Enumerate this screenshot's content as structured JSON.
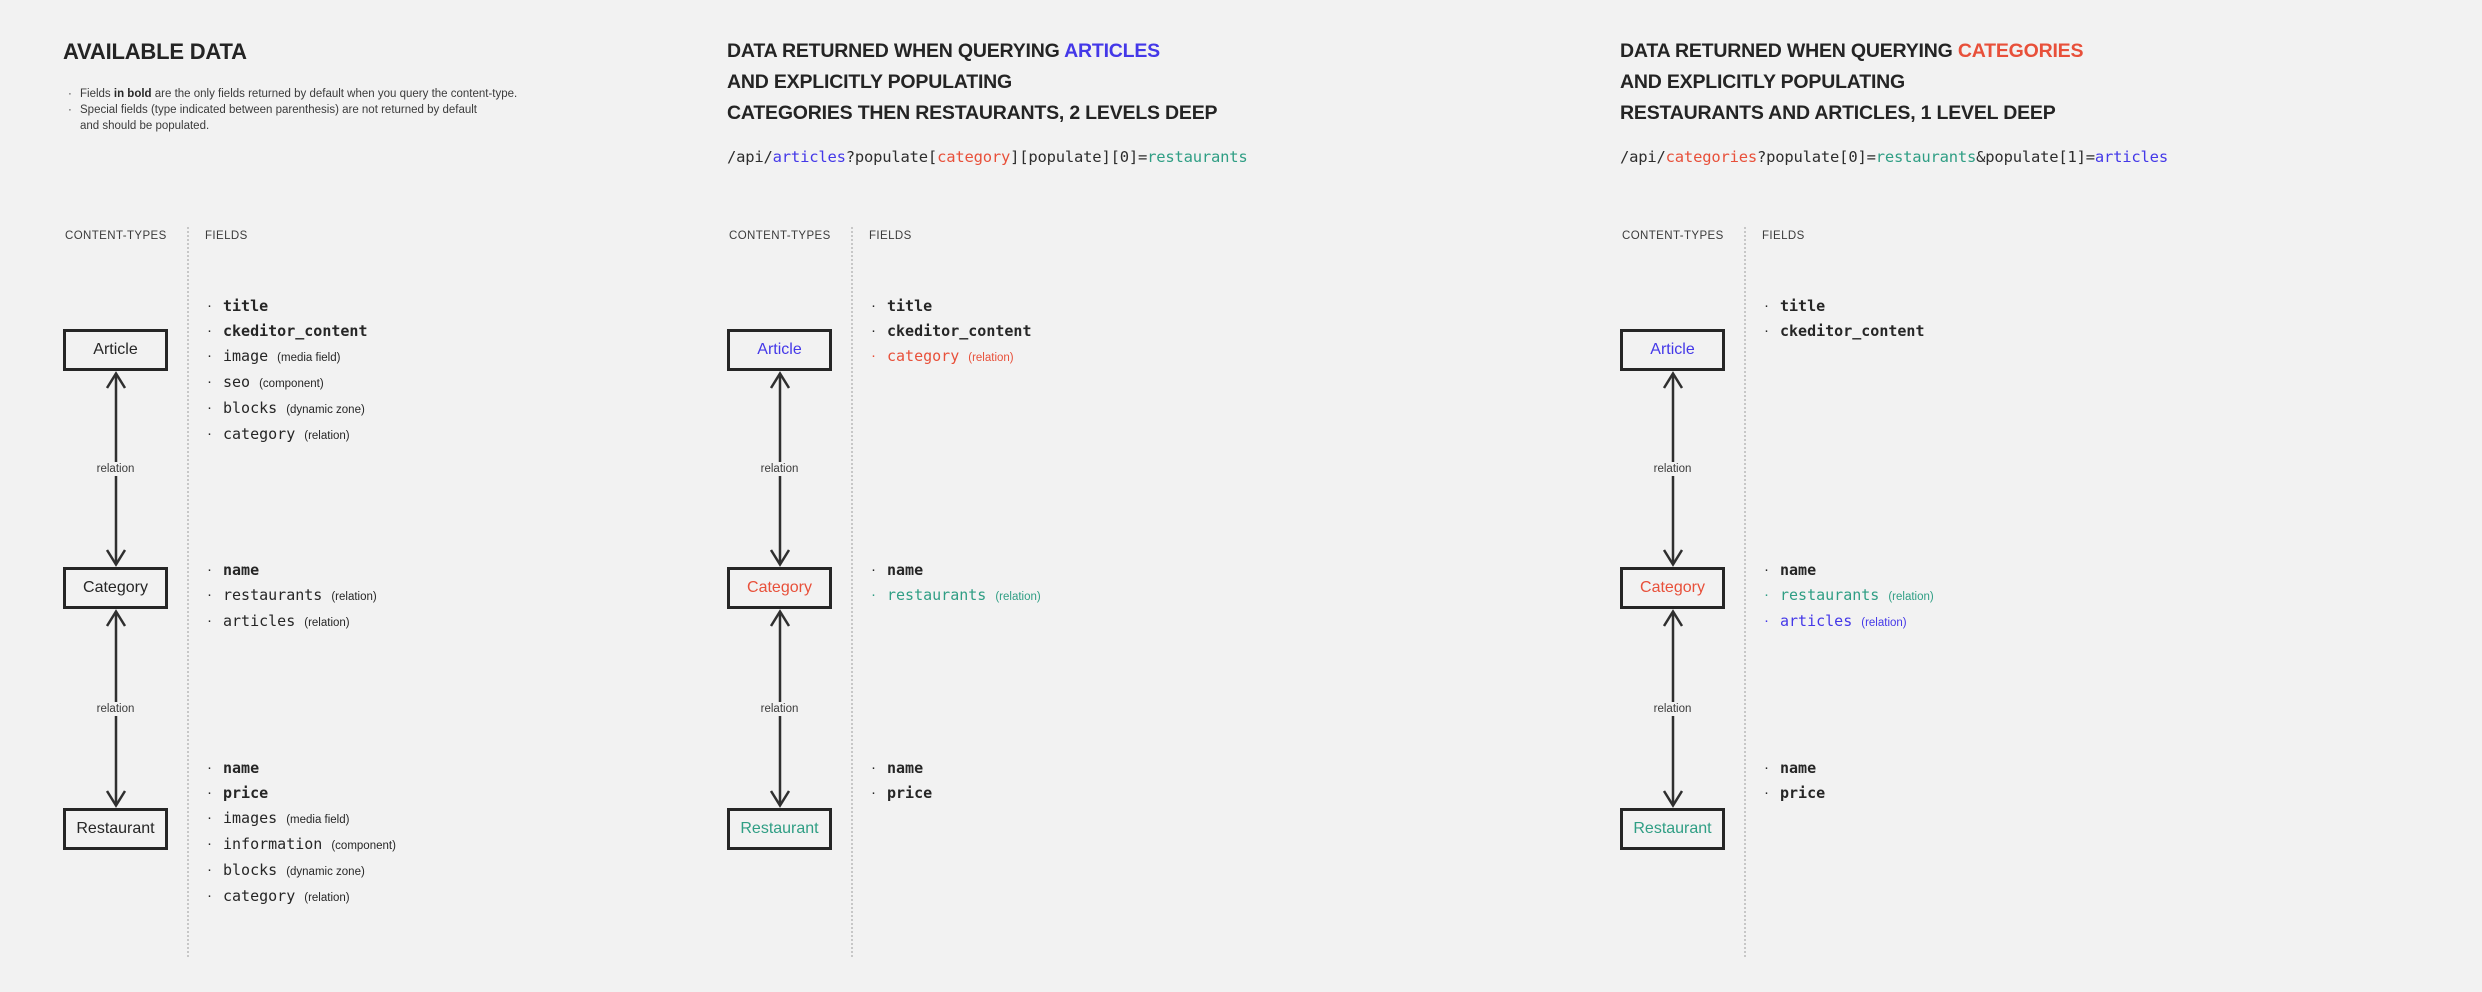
{
  "canvas": {
    "bg": "#f2f2f2"
  },
  "palette": {
    "blue": "#4438e8",
    "red": "#e8503a",
    "teal": "#2f9e84",
    "dark": "#262626"
  },
  "glyphs": {
    "bullet": "·"
  },
  "columns": [
    {
      "key": "available-data",
      "heading": {
        "lines": [
          [
            {
              "text": "AVAILABLE DATA"
            }
          ]
        ]
      },
      "notes": [
        [
          {
            "text": "Fields "
          },
          {
            "text": "in bold",
            "bold": true
          },
          {
            "text": " are the only fields returned by default when you query the content-type."
          }
        ],
        [
          {
            "text": "Special fields (type indicated between parenthesis) are not returned by default\nand should be populated."
          }
        ]
      ],
      "code": [],
      "content_types_label": "CONTENT-TYPES",
      "fields_label": "FIELDS",
      "connector_labels": [
        "relation",
        "relation"
      ],
      "nodes": [
        {
          "name": "Article",
          "color": "dark",
          "fields": [
            {
              "name": "title",
              "bold": true,
              "color": "dark"
            },
            {
              "name": "ckeditor_content",
              "bold": true,
              "color": "dark"
            },
            {
              "name": "image",
              "type": "(media field)",
              "color": "dark"
            },
            {
              "name": "seo",
              "type": "(component)",
              "color": "dark"
            },
            {
              "name": "blocks",
              "type": "(dynamic zone)",
              "color": "dark"
            },
            {
              "name": "category",
              "type": "(relation)",
              "color": "dark"
            }
          ]
        },
        {
          "name": "Category",
          "color": "dark",
          "fields": [
            {
              "name": "name",
              "bold": true,
              "color": "dark"
            },
            {
              "name": "restaurants",
              "type": "(relation)",
              "color": "dark"
            },
            {
              "name": "articles",
              "type": "(relation)",
              "color": "dark"
            }
          ]
        },
        {
          "name": "Restaurant",
          "color": "dark",
          "fields": [
            {
              "name": "name",
              "bold": true,
              "color": "dark"
            },
            {
              "name": "price",
              "bold": true,
              "color": "dark"
            },
            {
              "name": "images",
              "type": "(media field)",
              "color": "dark"
            },
            {
              "name": "information",
              "type": "(component)",
              "color": "dark"
            },
            {
              "name": "blocks",
              "type": "(dynamic zone)",
              "color": "dark"
            },
            {
              "name": "category",
              "type": "(relation)",
              "color": "dark"
            }
          ]
        }
      ]
    },
    {
      "key": "query-articles",
      "heading": {
        "lines": [
          [
            {
              "text": "DATA RETURNED WHEN QUERYING "
            },
            {
              "text": "ARTICLES",
              "color": "blue"
            }
          ],
          [
            {
              "text": "AND EXPLICITLY POPULATING"
            }
          ],
          [
            {
              "text": "CATEGORIES THEN RESTAURANTS, 2 LEVELS DEEP"
            }
          ]
        ]
      },
      "notes": [],
      "code": [
        {
          "text": "/api/"
        },
        {
          "text": "articles",
          "color": "blue"
        },
        {
          "text": "?populate["
        },
        {
          "text": "category",
          "color": "red"
        },
        {
          "text": "][populate][0]="
        },
        {
          "text": "restaurants",
          "color": "teal"
        }
      ],
      "content_types_label": "CONTENT-TYPES",
      "fields_label": "FIELDS",
      "connector_labels": [
        "relation",
        "relation"
      ],
      "nodes": [
        {
          "name": "Article",
          "color": "blue",
          "fields": [
            {
              "name": "title",
              "bold": true,
              "color": "dark"
            },
            {
              "name": "ckeditor_content",
              "bold": true,
              "color": "dark"
            },
            {
              "name": "category",
              "type": "(relation)",
              "color": "red"
            }
          ]
        },
        {
          "name": "Category",
          "color": "red",
          "fields": [
            {
              "name": "name",
              "bold": true,
              "color": "dark"
            },
            {
              "name": "restaurants",
              "type": "(relation)",
              "color": "teal"
            }
          ]
        },
        {
          "name": "Restaurant",
          "color": "teal",
          "fields": [
            {
              "name": "name",
              "bold": true,
              "color": "dark"
            },
            {
              "name": "price",
              "bold": true,
              "color": "dark"
            }
          ]
        }
      ]
    },
    {
      "key": "query-categories",
      "heading": {
        "lines": [
          [
            {
              "text": "DATA RETURNED WHEN QUERYING "
            },
            {
              "text": "CATEGORIES",
              "color": "red"
            }
          ],
          [
            {
              "text": "AND EXPLICITLY POPULATING"
            }
          ],
          [
            {
              "text": "RESTAURANTS AND ARTICLES, 1 LEVEL DEEP"
            }
          ]
        ]
      },
      "notes": [],
      "code": [
        {
          "text": "/api/"
        },
        {
          "text": "categories",
          "color": "red"
        },
        {
          "text": "?populate[0]="
        },
        {
          "text": "restaurants",
          "color": "teal"
        },
        {
          "text": "&populate[1]="
        },
        {
          "text": "articles",
          "color": "blue"
        }
      ],
      "content_types_label": "CONTENT-TYPES",
      "fields_label": "FIELDS",
      "connector_labels": [
        "relation",
        "relation"
      ],
      "nodes": [
        {
          "name": "Article",
          "color": "blue",
          "fields": [
            {
              "name": "title",
              "bold": true,
              "color": "dark"
            },
            {
              "name": "ckeditor_content",
              "bold": true,
              "color": "dark"
            }
          ]
        },
        {
          "name": "Category",
          "color": "red",
          "fields": [
            {
              "name": "name",
              "bold": true,
              "color": "dark"
            },
            {
              "name": "restaurants",
              "type": "(relation)",
              "color": "teal"
            },
            {
              "name": "articles",
              "type": "(relation)",
              "color": "blue"
            }
          ]
        },
        {
          "name": "Restaurant",
          "color": "teal",
          "fields": [
            {
              "name": "name",
              "bold": true,
              "color": "dark"
            },
            {
              "name": "price",
              "bold": true,
              "color": "dark"
            }
          ]
        }
      ]
    }
  ]
}
